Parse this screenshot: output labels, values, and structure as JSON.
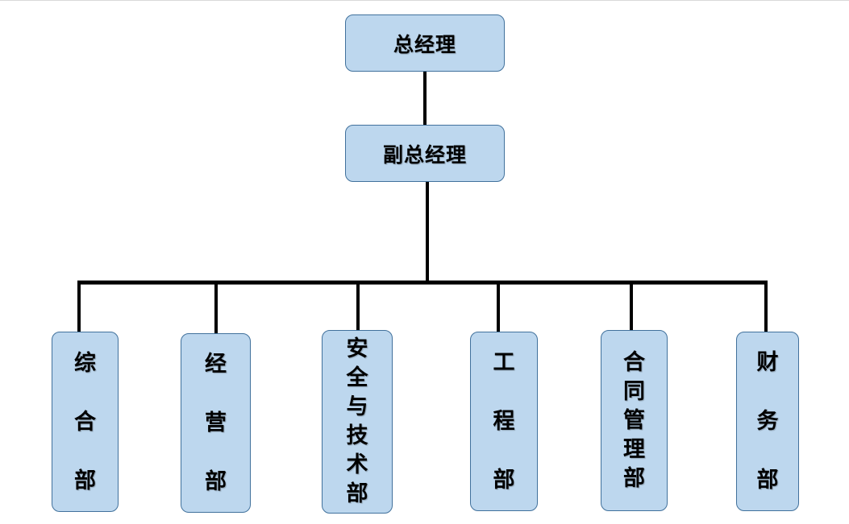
{
  "org_chart": {
    "top": {
      "label": "总经理"
    },
    "deputy": {
      "label": "副总经理"
    },
    "departments": [
      {
        "label": "综合部"
      },
      {
        "label": "经营部"
      },
      {
        "label": "安全与技术部"
      },
      {
        "label": "工程部"
      },
      {
        "label": "合同管理部"
      },
      {
        "label": "财务部"
      }
    ]
  },
  "colors": {
    "box_fill": "#bdd7ee",
    "box_border": "#41719c",
    "connector": "#000000"
  }
}
